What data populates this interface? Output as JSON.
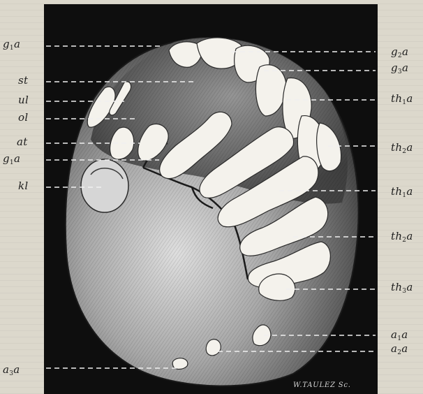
{
  "labels_left": [
    {
      "id": "g1a-top",
      "base": "g",
      "sub": "1",
      "suffix": "a"
    },
    {
      "id": "st",
      "base": "st",
      "sub": "",
      "suffix": ""
    },
    {
      "id": "ul",
      "base": "ul",
      "sub": "",
      "suffix": ""
    },
    {
      "id": "ol",
      "base": "ol",
      "sub": "",
      "suffix": ""
    },
    {
      "id": "at",
      "base": "at",
      "sub": "",
      "suffix": ""
    },
    {
      "id": "g1a-mid",
      "base": "g",
      "sub": "1",
      "suffix": "a"
    },
    {
      "id": "kl",
      "base": "kl",
      "sub": "",
      "suffix": ""
    },
    {
      "id": "a3a",
      "base": "a",
      "sub": "3",
      "suffix": "a"
    }
  ],
  "labels_right": [
    {
      "id": "g2a",
      "base": "g",
      "sub": "2",
      "suffix": "a"
    },
    {
      "id": "g3a",
      "base": "g",
      "sub": "3",
      "suffix": "a"
    },
    {
      "id": "th1a-top",
      "base": "th",
      "sub": "1",
      "suffix": "a"
    },
    {
      "id": "th2a-top",
      "base": "th",
      "sub": "2",
      "suffix": "a"
    },
    {
      "id": "th1a-mid",
      "base": "th",
      "sub": "1",
      "suffix": "a"
    },
    {
      "id": "th2a-low",
      "base": "th",
      "sub": "2",
      "suffix": "a"
    },
    {
      "id": "th3a",
      "base": "th",
      "sub": "3",
      "suffix": "a"
    },
    {
      "id": "a1a",
      "base": "a",
      "sub": "1",
      "suffix": "a"
    },
    {
      "id": "a2a",
      "base": "a",
      "sub": "2",
      "suffix": "a"
    }
  ],
  "signature": "W.TAULEZ Sc.",
  "colors": {
    "plate": "#0e0e0e",
    "specimen_dark": "#4a4a4a",
    "specimen_light": "#d8d8d8",
    "patch": "#f4f2ec",
    "leader": "#f0f0f0",
    "label_ink": "#1e1e1e"
  }
}
